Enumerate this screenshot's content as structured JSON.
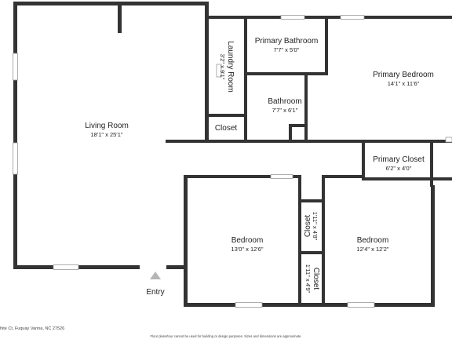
{
  "rooms": {
    "living_room": {
      "name": "Living Room",
      "dim": "18'1\" x 25'1\""
    },
    "laundry_room": {
      "name": "Laundry Room",
      "dim": "3'2\" x 9'1\""
    },
    "primary_bathroom": {
      "name": "Primary Bathroom",
      "dim": "7'7\" x 5'0\""
    },
    "bathroom": {
      "name": "Bathroom",
      "dim": "7'7\" x 6'1\""
    },
    "hall_closet": {
      "name": "Closet"
    },
    "primary_bedroom": {
      "name": "Primary Bedroom",
      "dim": "14'1\" x 11'6\""
    },
    "primary_closet": {
      "name": "Primary Closet",
      "dim": "6'2\" x 4'0\""
    },
    "bedroom_1": {
      "name": "Bedroom",
      "dim": "13'0\" x 12'6\""
    },
    "bedroom_2": {
      "name": "Bedroom",
      "dim": "12'4\" x 12'2\""
    },
    "closet_upper": {
      "name": "Closet",
      "dim": "1'11\" x 4'8\""
    },
    "closet_lower": {
      "name": "Closet",
      "dim": "1'11\" x 4'9\""
    }
  },
  "entry": {
    "label": "Entry"
  },
  "footer": {
    "address": "hite Ct, Fuquay Varina, NC 27526",
    "disclaimer": "Floor plans/tour cannot be used for building or design purposes. Sizes and dimensions are approximate."
  },
  "colors": {
    "wall": "#333333",
    "window": "#9a9a9a",
    "entry_marker": "#b5b5b5"
  }
}
